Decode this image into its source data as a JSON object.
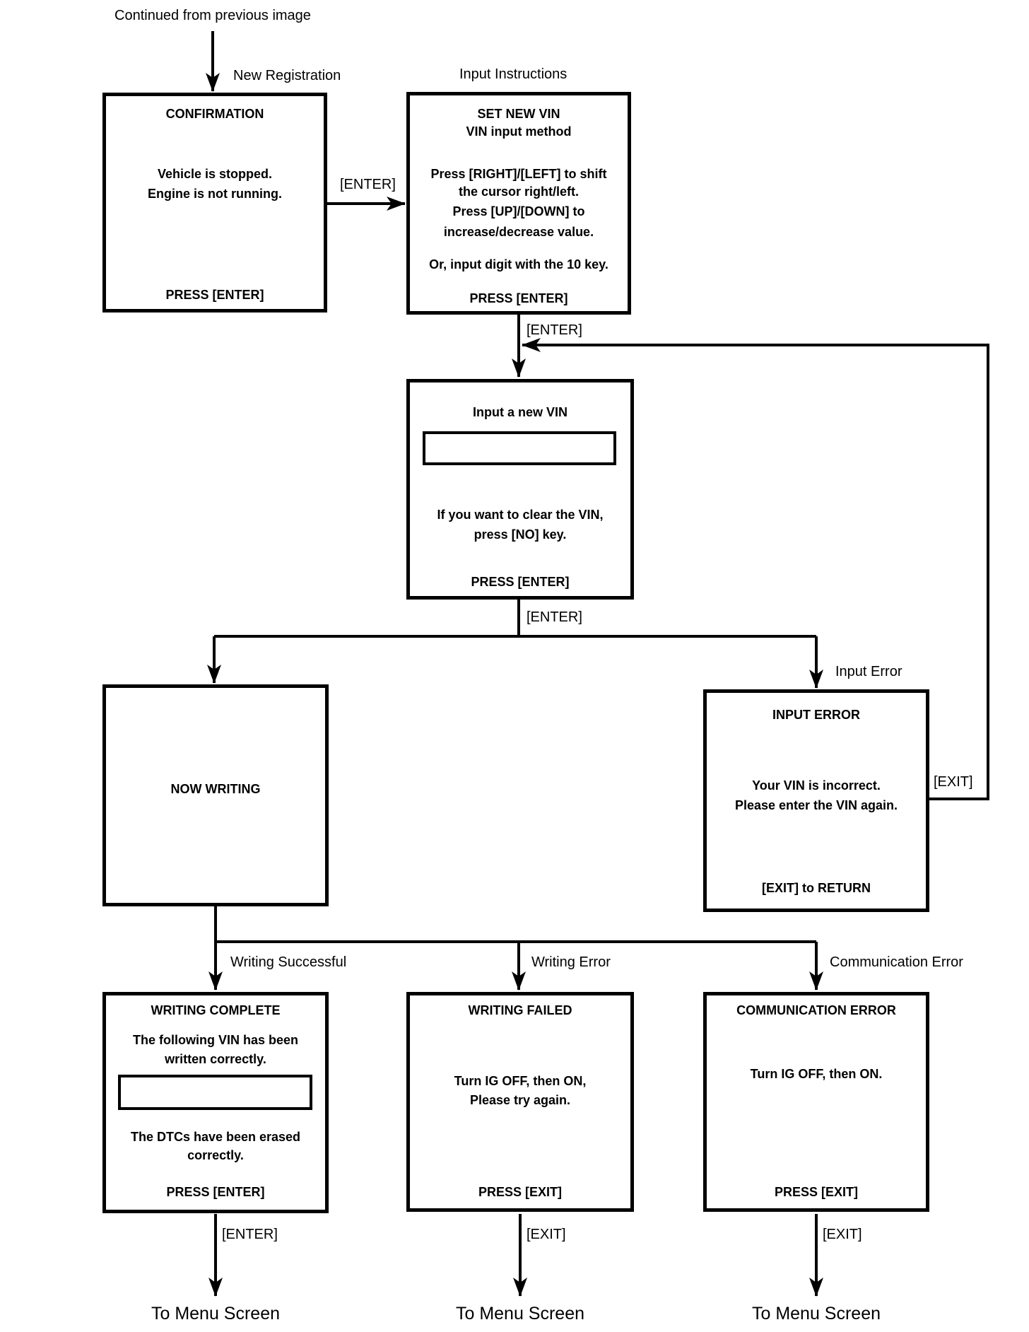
{
  "colors": {
    "ink": "#000000",
    "paper": "#ffffff"
  },
  "header": {
    "continued": "Continued from previous image"
  },
  "branch_labels": {
    "new_registration": "New Registration",
    "input_instructions": "Input Instructions",
    "input_error": "Input Error",
    "writing_successful": "Writing Successful",
    "writing_error": "Writing Error",
    "communication_error": "Communication Error"
  },
  "connector_labels": {
    "enter_confirm_to_instructions": "[ENTER]",
    "enter_instructions_to_input": "[ENTER]",
    "enter_input_to_branch": "[ENTER]",
    "exit_return": "[EXIT]",
    "enter_complete": "[ENTER]",
    "exit_failed": "[EXIT]",
    "exit_comm": "[EXIT]",
    "to_menu_1": "To Menu Screen",
    "to_menu_2": "To Menu Screen",
    "to_menu_3": "To Menu Screen"
  },
  "boxes": {
    "confirmation": {
      "title": "CONFIRMATION",
      "lines": [
        "Vehicle is stopped.",
        "Engine is not running."
      ],
      "footer": "PRESS [ENTER]"
    },
    "set_new_vin": {
      "title_lines": [
        "SET NEW VIN",
        "VIN input method"
      ],
      "lines": [
        "Press [RIGHT]/[LEFT] to shift",
        "the cursor right/left.",
        "Press [UP]/[DOWN] to",
        "increase/decrease value."
      ],
      "or_line": "Or, input digit with the 10 key.",
      "footer": "PRESS [ENTER]"
    },
    "input_vin": {
      "title": "Input a new VIN",
      "vin_field_value": "",
      "lines": [
        "If you want to clear the VIN,",
        "press [NO] key."
      ],
      "footer": "PRESS [ENTER]"
    },
    "now_writing": {
      "title": "NOW WRITING"
    },
    "input_error": {
      "title": "INPUT ERROR",
      "lines": [
        "Your VIN is incorrect.",
        "Please enter the VIN again."
      ],
      "footer": "[EXIT] to RETURN"
    },
    "writing_complete": {
      "title": "WRITING COMPLETE",
      "lines_top": [
        "The following VIN has been",
        "written correctly."
      ],
      "vin_field_value": "",
      "lines_bottom": [
        "The DTCs have been erased",
        "correctly."
      ],
      "footer": "PRESS [ENTER]"
    },
    "writing_failed": {
      "title": "WRITING FAILED",
      "lines": [
        "Turn IG OFF, then ON,",
        "Please try again."
      ],
      "footer": "PRESS [EXIT]"
    },
    "communication_error": {
      "title": "COMMUNICATION ERROR",
      "lines": [
        "Turn IG OFF, then ON."
      ],
      "footer": "PRESS [EXIT]"
    }
  }
}
